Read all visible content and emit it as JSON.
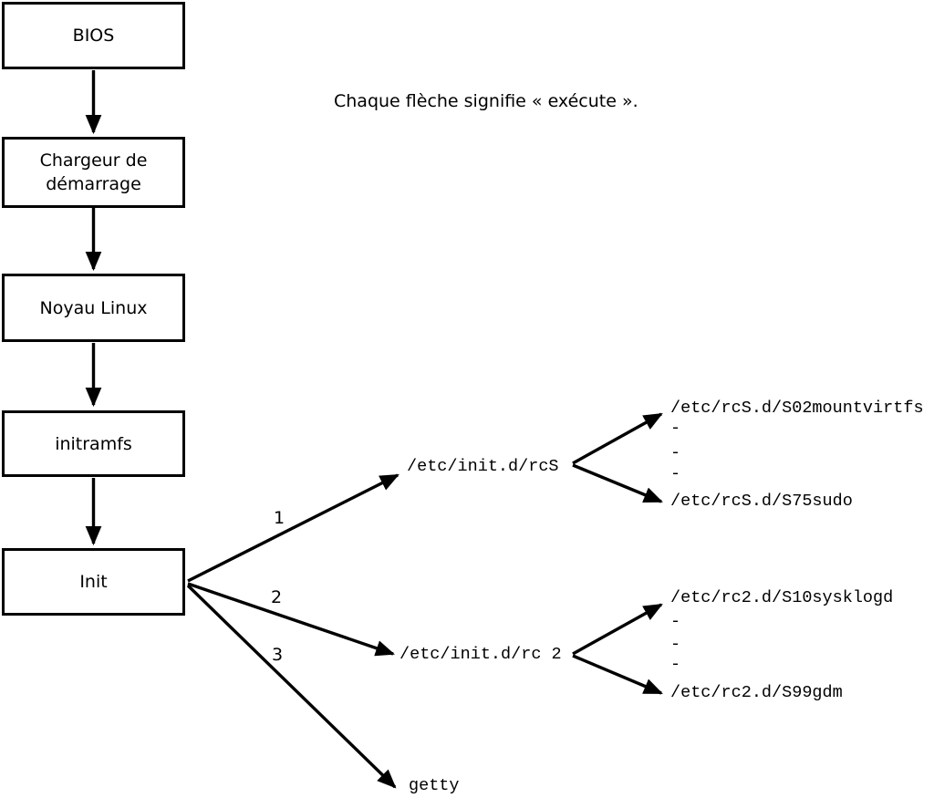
{
  "note": "Chaque flèche signifie « exécute ».",
  "boxes": [
    {
      "id": "bios",
      "label": "BIOS"
    },
    {
      "id": "bootloader",
      "label": "Chargeur de\ndémarrage"
    },
    {
      "id": "kernel",
      "label": "Noyau Linux"
    },
    {
      "id": "initramfs",
      "label": "initramfs"
    },
    {
      "id": "init",
      "label": "Init"
    }
  ],
  "branch_numbers": {
    "first": "1",
    "second": "2",
    "third": "3"
  },
  "labels": {
    "rcs": "/etc/init.d/rcS",
    "rcs_child_top": "/etc/rcS.d/S02mountvirtfs",
    "rcs_child_bottom": "/etc/rcS.d/S75sudo",
    "rc2": "/etc/init.d/rc 2",
    "rc2_child_top": "/etc/rc2.d/S10sysklogd",
    "rc2_child_bottom": "/etc/rc2.d/S99gdm",
    "getty": "getty",
    "ellipsis_dash": "-"
  },
  "colors": {
    "line": "#000000",
    "background": "#ffffff"
  }
}
